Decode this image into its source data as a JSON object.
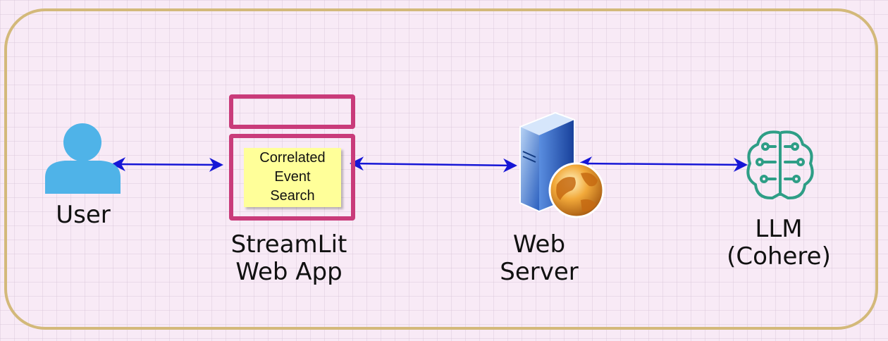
{
  "nodes": {
    "user": {
      "label": "User",
      "icon": "user-icon"
    },
    "webapp": {
      "label_line1": "StreamLit",
      "label_line2": "Web App",
      "icon": "web-app-window-icon"
    },
    "note": {
      "line1": "Correlated",
      "line2": "Event",
      "line3": "Search"
    },
    "server": {
      "label_line1": "Web",
      "label_line2": "Server",
      "icon": "web-server-icon"
    },
    "llm": {
      "label_line1": "LLM",
      "label_line2": "(Cohere)",
      "icon": "ml-brain-icon"
    }
  },
  "edges": [
    {
      "from": "User",
      "to": "StreamLit Web App",
      "direction": "bidirectional"
    },
    {
      "from": "StreamLit Web App",
      "to": "Web Server",
      "direction": "bidirectional"
    },
    {
      "from": "Web Server",
      "to": "LLM (Cohere)",
      "direction": "bidirectional"
    }
  ],
  "colors": {
    "background": "#f8eaf6",
    "frame": "#d3b97a",
    "arrow": "#1616d6",
    "user_icon": "#4fb3e8",
    "webapp_border": "#c93b7a",
    "note_fill": "#ffff99",
    "brain_icon": "#2e9e86"
  }
}
